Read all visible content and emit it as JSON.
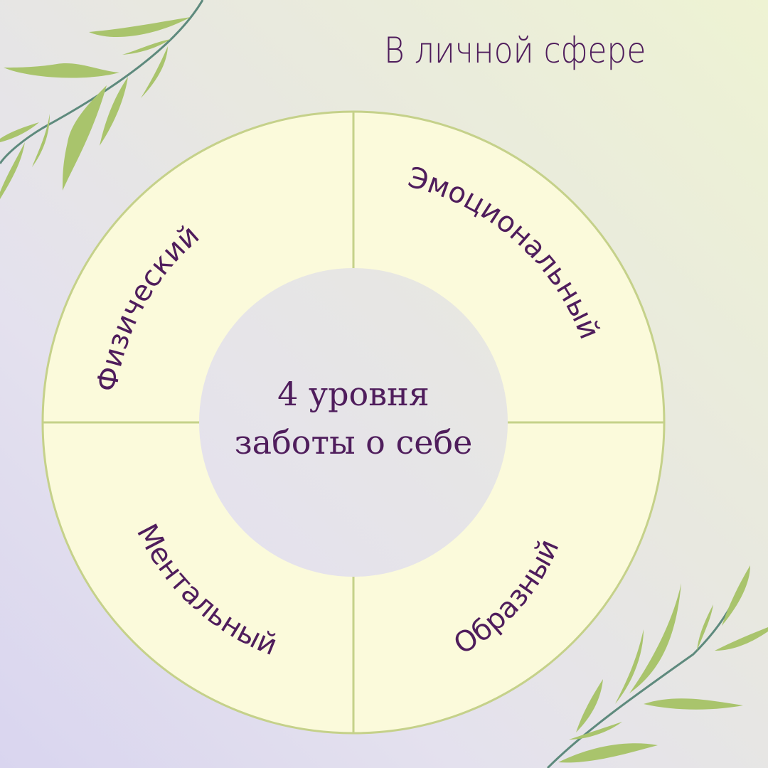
{
  "title": "В личной сфере",
  "center": {
    "line1": "4 уровня",
    "line2": "заботы о себе"
  },
  "quadrants": [
    {
      "position": "top-left",
      "label": "Физический"
    },
    {
      "position": "top-right",
      "label": "Эмоциональный"
    },
    {
      "position": "bottom-left",
      "label": "Ментальный"
    },
    {
      "position": "bottom-right",
      "label": "Образный"
    }
  ],
  "colors": {
    "text": "#4f1d5c",
    "ring_fill": "#fbfadb",
    "ring_stroke": "#c5d18a",
    "leaf": "#a9c46c",
    "stem": "#5e8a7d",
    "inner_circle": "#e7e6e2"
  }
}
